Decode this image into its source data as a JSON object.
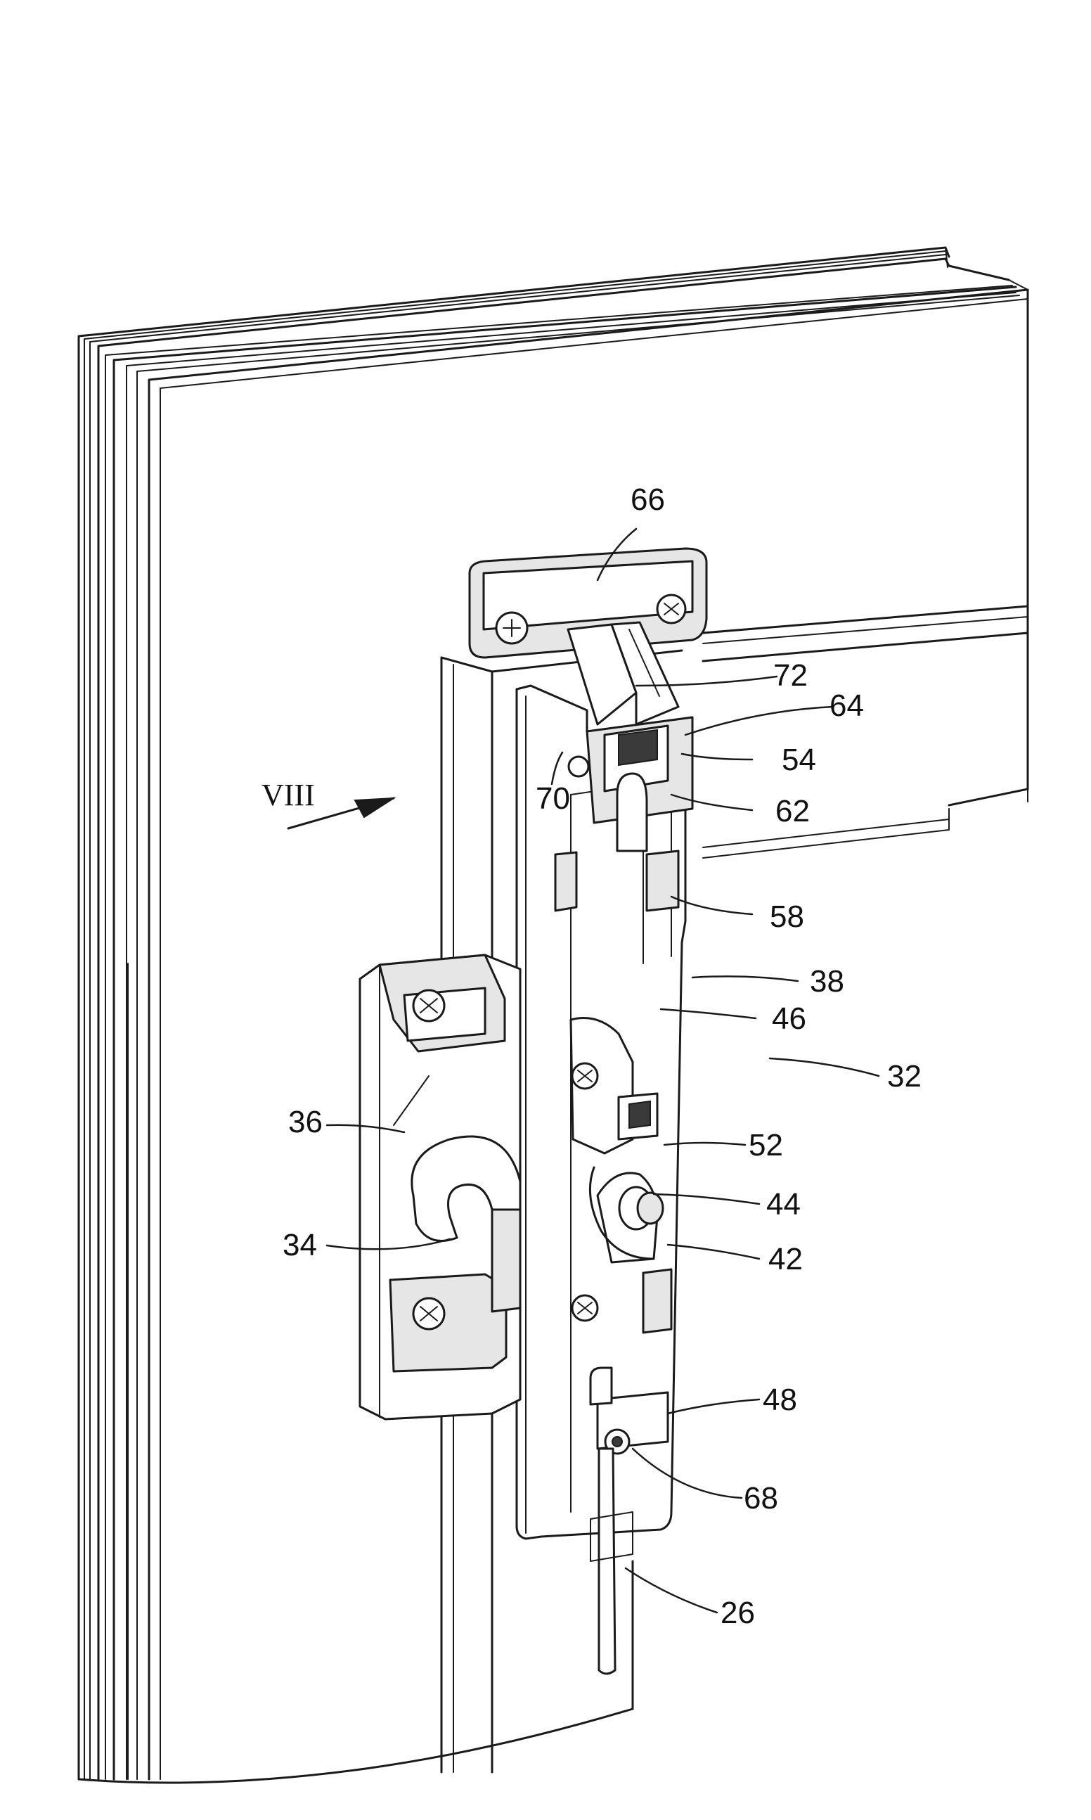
{
  "view_label": "VIII",
  "callouts": {
    "c66": "66",
    "c72": "72",
    "c64": "64",
    "c54": "54",
    "c70": "70",
    "c62": "62",
    "c58": "58",
    "c38": "38",
    "c46": "46",
    "c32": "32",
    "c36": "36",
    "c52": "52",
    "c44": "44",
    "c34": "34",
    "c42": "42",
    "c48": "48",
    "c68": "68",
    "c26": "26"
  }
}
